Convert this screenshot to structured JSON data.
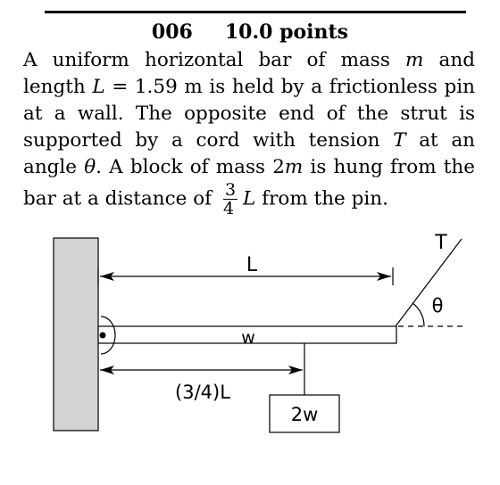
{
  "header": {
    "problem_number": "006",
    "points": "10.0 points"
  },
  "problem": {
    "part1": "A uniform horizontal bar of mass ",
    "m1": "m",
    "part2": " and length ",
    "L1": "L",
    "part3": " = 1.59 m is held by a frictionless pin at a wall. The opposite end of the strut is supported by a cord with tension ",
    "T1": "T",
    "part4": " at an angle ",
    "theta1": "θ",
    "part5": ".  A block of mass 2",
    "m2": "m",
    "part6": " is hung from the bar at a distance of ",
    "frac_num": "3",
    "frac_den": "4",
    "L2": "L",
    "part7": " from the pin."
  },
  "figure": {
    "length_label": "L",
    "tension_label": "T",
    "angle_label": "θ",
    "bar_weight_label": "w",
    "block_distance_label": "(3/4)L",
    "block_weight_label": "2w",
    "colors": {
      "wall_fill": "#d3d3d3",
      "stroke": "#000000"
    }
  }
}
